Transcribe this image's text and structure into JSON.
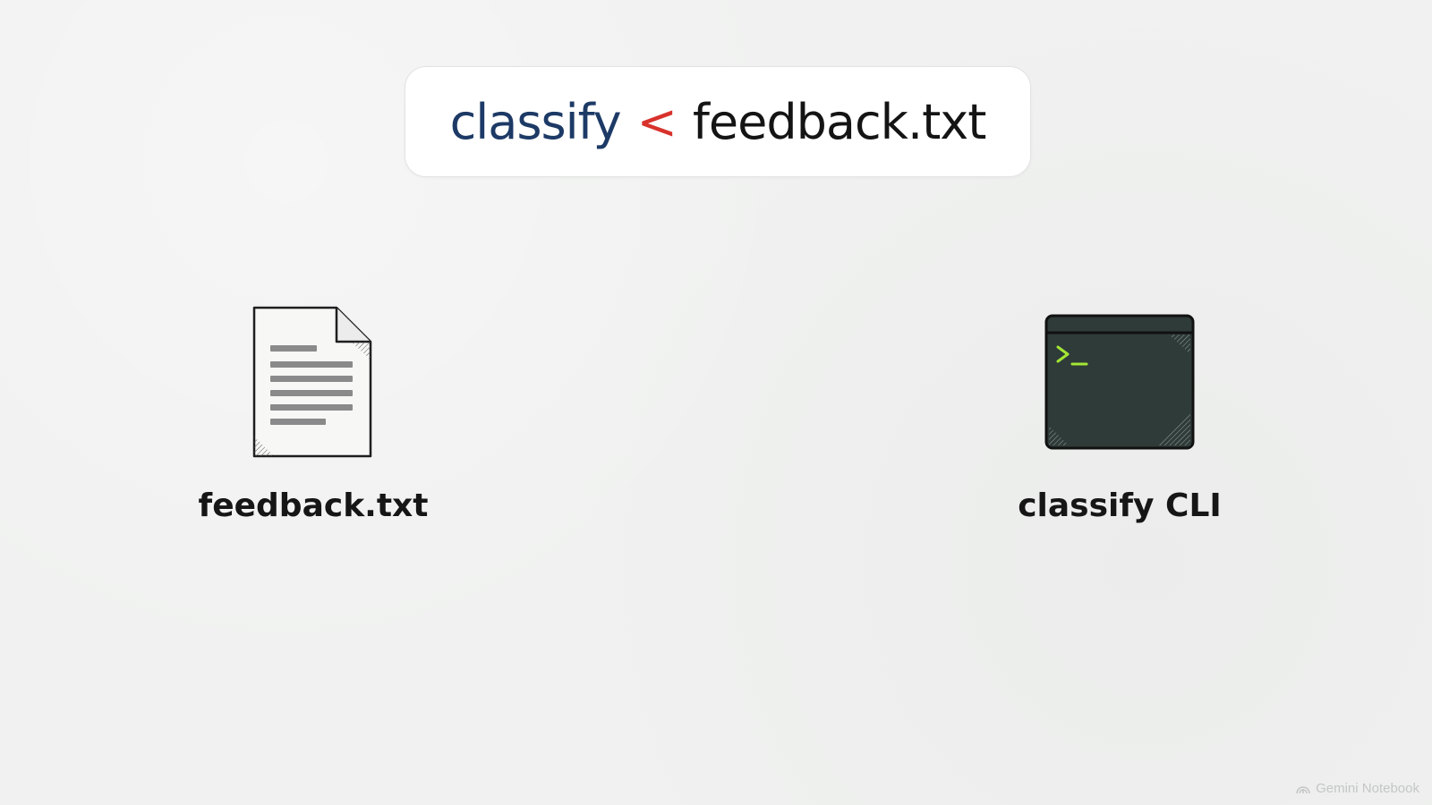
{
  "command": {
    "program": "classify",
    "operator": "<",
    "file": "feedback.txt"
  },
  "items": {
    "file": {
      "label": "feedback.txt",
      "icon": "document-icon"
    },
    "cli": {
      "label": "classify CLI",
      "icon": "terminal-icon",
      "prompt_glyph": ">_"
    }
  },
  "watermark": {
    "text": "Gemini Notebook"
  },
  "colors": {
    "program": "#1d3a66",
    "operator": "#d8322c",
    "terminal_bg": "#2f3b38",
    "prompt": "#a3e635"
  }
}
